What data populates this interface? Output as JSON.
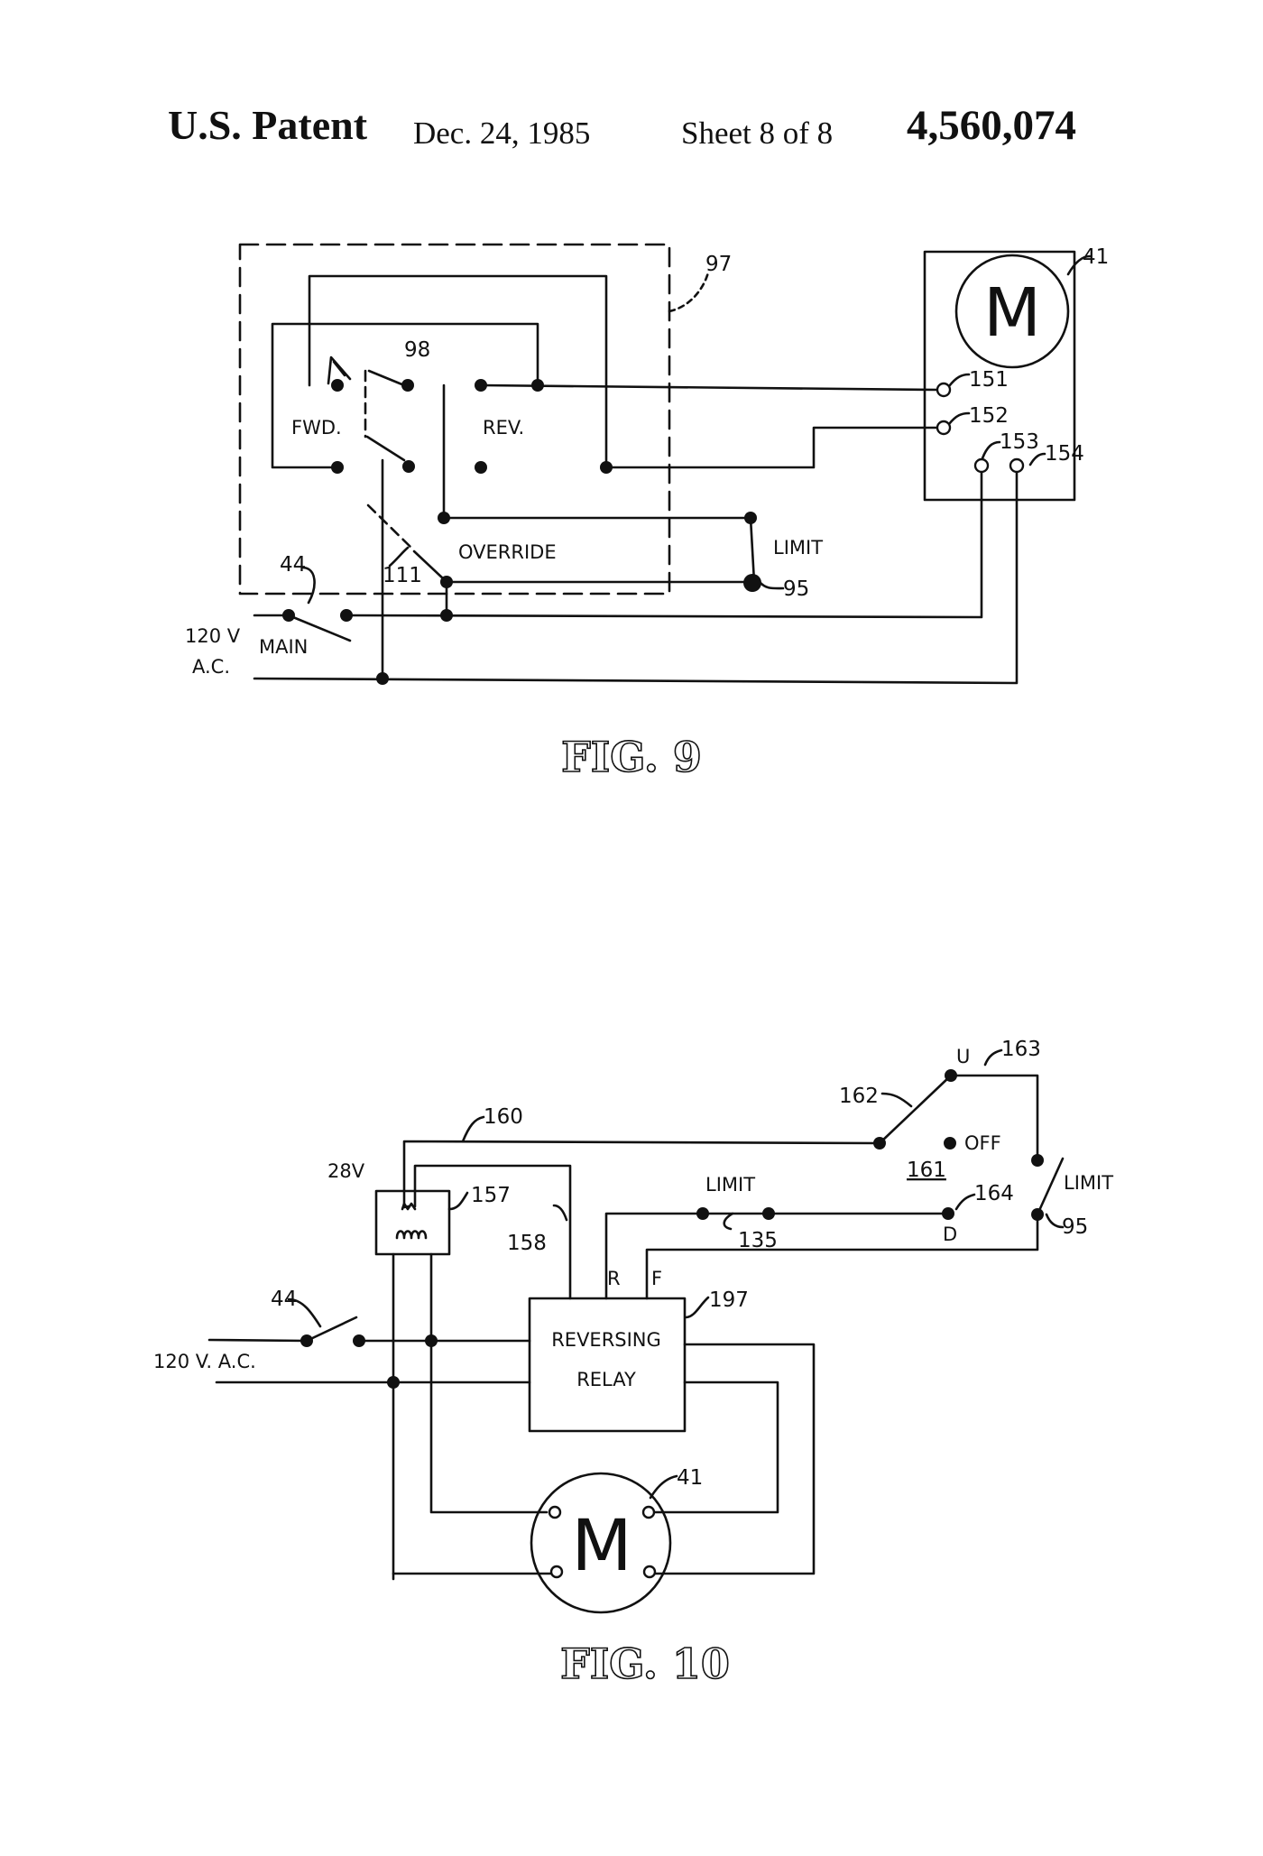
{
  "header": {
    "label": "U.S. Patent",
    "date": "Dec. 24, 1985",
    "sheet": "Sheet 8 of 8",
    "patent_number": "4,560,074"
  },
  "fig9": {
    "caption": "FIG. 9",
    "labels": {
      "fwd": "FWD.",
      "rev": "REV.",
      "override": "OVERRIDE",
      "limit": "LIMIT",
      "main": "MAIN",
      "voltage_line1": "120 V",
      "voltage_line2": "A.C.",
      "motor": "M"
    },
    "refs": {
      "enclosure": "97",
      "switch": "98",
      "motor": "41",
      "t151": "151",
      "t152": "152",
      "t153": "153",
      "t154": "154",
      "override_switch": "111",
      "limit_switch": "95",
      "main_switch": "44"
    }
  },
  "fig10": {
    "caption": "FIG. 10",
    "labels": {
      "transformer_voltage": "28V",
      "relay_line1": "REVERSING",
      "relay_line2": "RELAY",
      "r": "R",
      "f": "F",
      "limit_left": "LIMIT",
      "limit_right": "LIMIT",
      "off": "OFF",
      "u": "U",
      "d": "D",
      "voltage": "120 V. A.C.",
      "motor": "M"
    },
    "refs": {
      "wire160": "160",
      "transformer": "157",
      "wire158": "158",
      "relay": "197",
      "main_switch": "44",
      "limit135": "135",
      "switch161": "161",
      "switch162": "162",
      "pos163": "163",
      "pos164": "164",
      "limit95": "95",
      "motor": "41"
    }
  }
}
